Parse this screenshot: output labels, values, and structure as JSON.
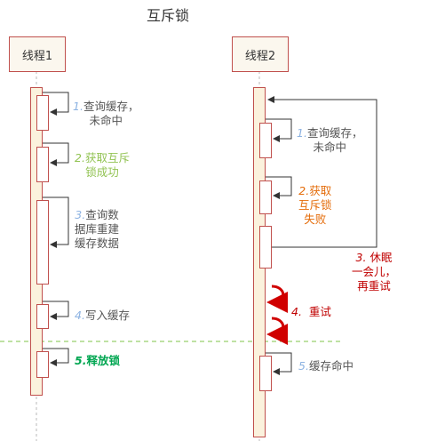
{
  "title": "互斥锁",
  "threads": {
    "t1": {
      "label": "线程1"
    },
    "t2": {
      "label": "线程2"
    }
  },
  "steps_t1": {
    "s1": {
      "num": "1.",
      "text_line1": "查询缓存，",
      "text_line2": "未命中",
      "color": "#555555"
    },
    "s2": {
      "num": "2.",
      "text_line1": "获取互斥",
      "text_line2": "锁成功",
      "color": "#92c353"
    },
    "s3": {
      "num": "3.",
      "text_line1": "查询数",
      "text_line2": "据库重建",
      "text_line3": "缓存数据",
      "color": "#555555"
    },
    "s4": {
      "num": "4.",
      "text_line1": "写入缓存",
      "color": "#555555"
    },
    "s5": {
      "num": "5.",
      "text_line1": "释放锁",
      "color": "#00a651"
    }
  },
  "steps_t2": {
    "s1": {
      "num": "1.",
      "text_line1": "查询缓存，",
      "text_line2": "未命中",
      "color": "#555555"
    },
    "s2": {
      "num": "2.",
      "text_line1": "获取",
      "text_line2": "互斥锁",
      "text_line3": "失败",
      "color": "#e46c0a"
    },
    "s3": {
      "num": "3.",
      "text_line1": "休眠",
      "text_line2": "一会儿，",
      "text_line3": "再重试",
      "color": "#c00000"
    },
    "s4": {
      "num": "4.",
      "text_line1": "重试",
      "color": "#c00000"
    },
    "s5": {
      "num": "5.",
      "text_line1": "缓存命中",
      "color": "#555555"
    }
  },
  "colors": {
    "lifeline_border": "#c0504d",
    "lifeline_fill": "#fbf2dd",
    "arrow": "#333333",
    "retry_arrow": "#d00000",
    "separator": "#7fc64a"
  }
}
